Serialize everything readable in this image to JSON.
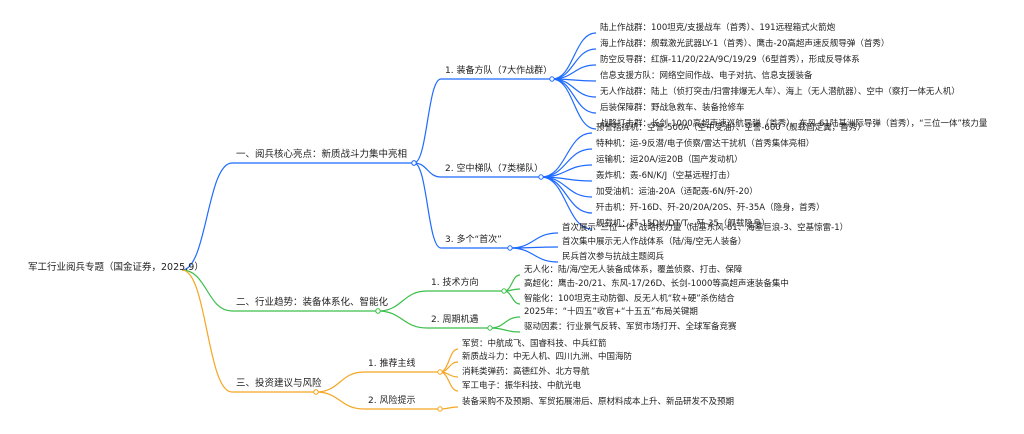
{
  "colors": {
    "branch1": "#1f6bff",
    "branch2": "#3cbf4a",
    "branch3": "#f5a623"
  },
  "root": "军工行业阅兵专题（国金证券，2025.9）",
  "branches": [
    {
      "label": "一、阅兵核心亮点：新质战斗力集中亮相",
      "children": [
        {
          "label": "1. 装备方队（7大作战群）",
          "items": [
            "陆上作战群：100坦克/支援战车（首秀）、191远程箱式火箭炮",
            "海上作战群：舰载激光武器LY-1（首秀）、鹰击-20高超声速反舰导弹（首秀）",
            "防空反导群：红旗-11/20/22A/9C/19/29（6型首秀），形成反导体系",
            "信息支援方队：网络空间作战、电子对抗、信息支援装备",
            "无人作战群：陆上（侦打突击/扫雷排爆无人车）、海上（无人潜航器）、空中（察打一体无人机）",
            "后装保障群：野战急救车、装备抢修车",
            "战略打击群：长剑-1000高超声速巡航导弹（首秀）、东风-61陆基洲际导弹（首秀），“三位一体”核力量"
          ]
        },
        {
          "label": "2. 空中梯队（7类梯队）",
          "items": [
            "预警指挥机：空警-500A（空中受油）、空警-600（舰载固定翼，首秀）",
            "特种机：运-9反潜/电子侦察/雷达干扰机（首秀集体亮相）",
            "运输机：运20A/运20B（国产发动机）",
            "轰炸机：轰-6N/K/J（空基远程打击）",
            "加受油机：运油-20A（适配轰-6N/歼-20）",
            "歼击机：歼-16D、歼-20/20A/20S、歼-35A（隐身，首秀）",
            "舰载机：歼-15DH/DT/T、歼-35（舰载隐身）"
          ]
        },
        {
          "label": "3. 多个“首次”",
          "items": [
            "首次展示“三位一体”战略核力量（陆基东风-61、海基巨浪-3、空基惊雷-1）",
            "首次集中展示无人作战体系（陆/海/空无人装备）",
            "民兵首次参与抗战主题阅兵"
          ]
        }
      ]
    },
    {
      "label": "二、行业趋势：装备体系化、智能化",
      "children": [
        {
          "label": "1. 技术方向",
          "items": [
            "无人化：陆/海/空无人装备成体系，覆盖侦察、打击、保障",
            "高超化：鹰击-20/21、东风-17/26D、长剑-1000等高超声速装备集中",
            "智能化：100坦克主动防御、反无人机“软+硬”杀伤结合"
          ]
        },
        {
          "label": "2. 周期机遇",
          "items": [
            "2025年：“十四五”收官+“十五五”布局关键期",
            "驱动因素：行业景气反转、军贸市场打开、全球军备竞赛"
          ]
        }
      ]
    },
    {
      "label": "三、投资建议与风险",
      "children": [
        {
          "label": "1. 推荐主线",
          "items": [
            "军贸：中航成飞、国睿科技、中兵红箭",
            "新质战斗力：中无人机、四川九洲、中国海防",
            "消耗类弹药：高德红外、北方导航",
            "军工电子：振华科技、中航光电"
          ]
        },
        {
          "label": "2. 风险提示",
          "items": [
            "装备采购不及预期、军贸拓展滞后、原材料成本上升、新品研发不及预期"
          ]
        }
      ]
    }
  ]
}
